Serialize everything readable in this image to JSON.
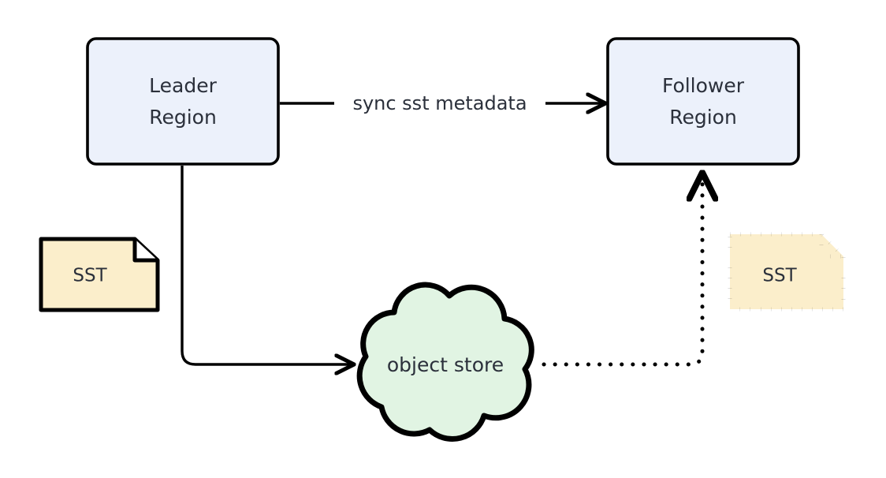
{
  "diagram": {
    "background_color": "#ffffff",
    "stroke_color": "#000000",
    "text_color": "#2b303b",
    "nodes": {
      "leader_region": {
        "name": "Leader Region",
        "line1": "Leader",
        "line2": "Region",
        "shape": "rounded-rectangle",
        "fill": "#ecf1fb"
      },
      "follower_region": {
        "name": "Follower Region",
        "line1": "Follower",
        "line2": "Region",
        "shape": "rounded-rectangle",
        "fill": "#ecf1fb"
      },
      "object_store": {
        "name": "object store",
        "label": "object store",
        "shape": "cloud",
        "fill": "#e1f4e3"
      },
      "sst_leader": {
        "name": "SST",
        "label": "SST",
        "shape": "note",
        "fill": "#fbeecb",
        "border_style": "solid"
      },
      "sst_follower": {
        "name": "SST",
        "label": "SST",
        "shape": "note",
        "fill": "#fbeecb",
        "border_style": "dotted"
      }
    },
    "edges": {
      "sync_metadata": {
        "label": "sync sst metadata",
        "from": "leader_region",
        "to": "follower_region",
        "style": "solid",
        "arrow": "end"
      },
      "upload_to_store": {
        "label": "",
        "from": "leader_region",
        "to": "object_store",
        "style": "solid",
        "arrow": "end"
      },
      "fetch_from_store": {
        "label": "",
        "from": "object_store",
        "to": "follower_region",
        "style": "dotted",
        "arrow": "end"
      }
    }
  }
}
